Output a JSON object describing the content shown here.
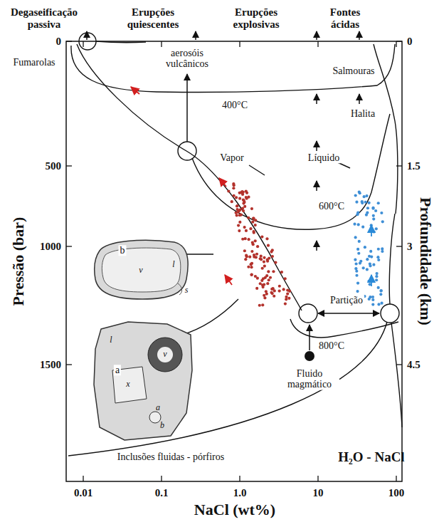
{
  "diagram": {
    "labels": [
      "Degaseificação passiva",
      "Erupções quiescentes",
      "Erupções explosivas",
      "Fontes ácidas",
      "0",
      "0",
      "Fumarolas",
      "aerosóis vulcânicos",
      "Salmouras",
      "400°C",
      "Halita",
      "Vapor",
      "Líquido",
      "500",
      "1.5",
      "600°C",
      "b",
      "1000",
      "3",
      "v",
      "l",
      "s",
      "Partição",
      "800°C",
      "1500",
      "4.5",
      "Fluido magmático",
      "a",
      "l",
      "v",
      "x",
      "a",
      "b",
      "Inclusões fluidas - pórfiros",
      "H₂O - NaCl",
      "0.01",
      "0.1",
      "1.0",
      "10",
      "100",
      "NaCl (wt%)",
      "Pressão (bar)",
      "Profundidade (km)"
    ]
  }
}
